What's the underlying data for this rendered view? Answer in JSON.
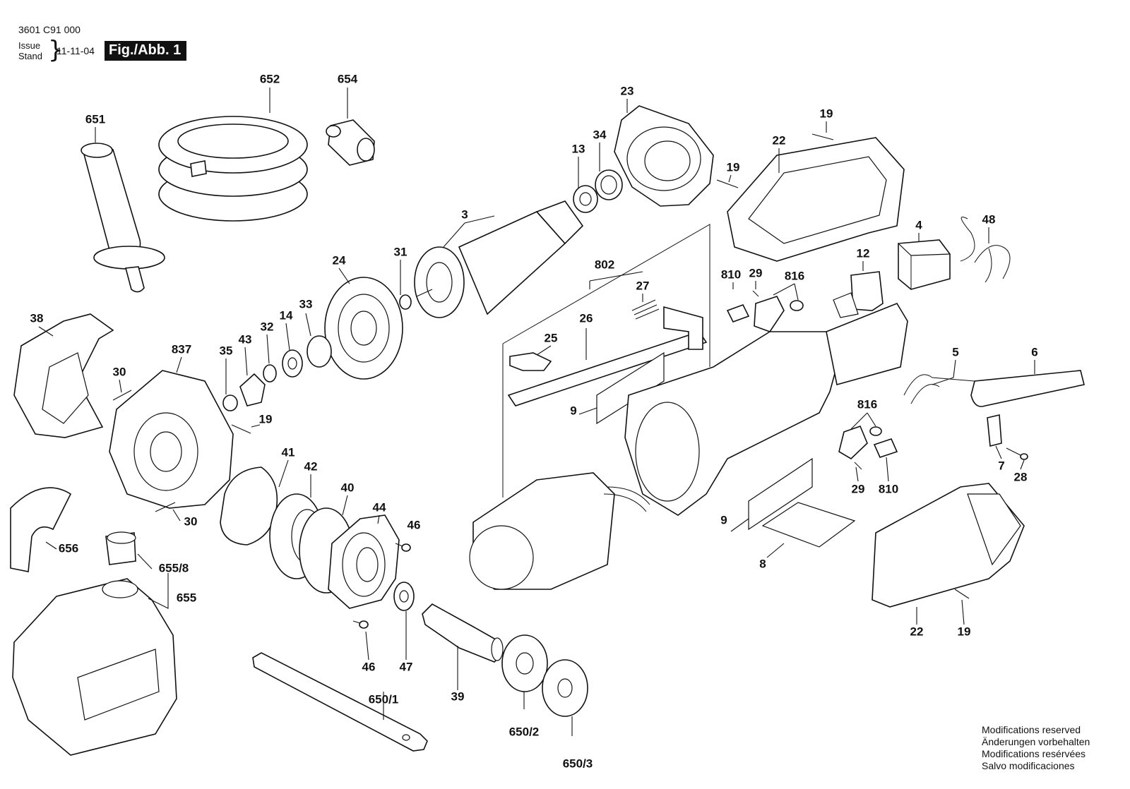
{
  "header": {
    "doc_number": "3601 C91 000",
    "issue_label": "Issue",
    "stand_label": "Stand",
    "issue_date": "11-11-04",
    "figure_title": "Fig./Abb. 1"
  },
  "callouts": {
    "c652": "652",
    "c654": "654",
    "c651": "651",
    "c23": "23",
    "c19a": "19",
    "c22a": "22",
    "c13": "13",
    "c34": "34",
    "c19b": "19",
    "c48": "48",
    "c3": "3",
    "c4": "4",
    "c12": "12",
    "c24": "24",
    "c31": "31",
    "c802": "802",
    "c810a": "810",
    "c29a": "29",
    "c816a": "816",
    "c27": "27",
    "c38": "38",
    "c837": "837",
    "c43": "43",
    "c32": "32",
    "c14": "14",
    "c33": "33",
    "c35": "35",
    "c25": "25",
    "c26": "26",
    "c30a": "30",
    "c19c": "19",
    "c9a": "9",
    "c5": "5",
    "c6": "6",
    "c816b": "816",
    "c41": "41",
    "c42": "42",
    "c40": "40",
    "c44": "44",
    "c30b": "30",
    "c46a": "46",
    "c7": "7",
    "c28": "28",
    "c29b": "29",
    "c810b": "810",
    "c9b": "9",
    "c656": "656",
    "c655_8": "655/8",
    "c655": "655",
    "c8": "8",
    "c22b": "22",
    "c19d": "19",
    "c46b": "46",
    "c47": "47",
    "c39": "39",
    "c650_1": "650/1",
    "c650_2": "650/2",
    "c650_3": "650/3"
  },
  "notes": [
    "Modifications reserved",
    "Änderungen vorbehalten",
    "Modifications resérvées",
    "Salvo modificaciones"
  ]
}
